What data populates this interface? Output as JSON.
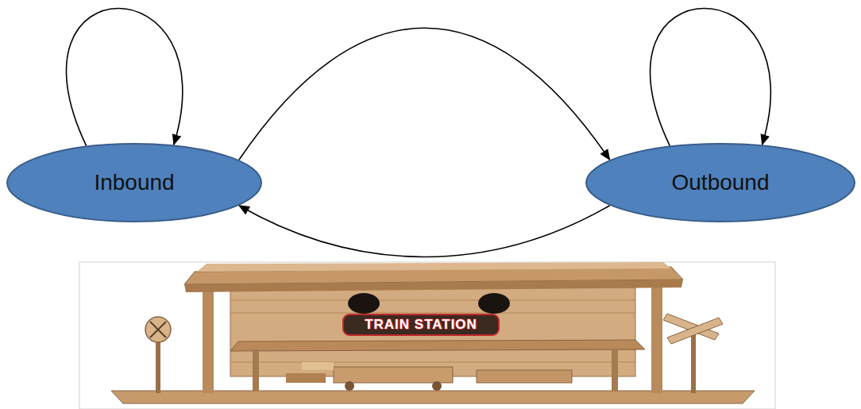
{
  "diagram": {
    "nodes": [
      {
        "text": [
          "Inbound"
        ]
      },
      {
        "text": [
          "Outbound"
        ]
      }
    ],
    "edges": [
      {
        "from": 0,
        "to": 0,
        "arrow": "to"
      },
      {
        "from": 0,
        "to": 1,
        "arrow": "to"
      },
      {
        "from": 1,
        "to": 0,
        "arrow": "to"
      },
      {
        "from": 1,
        "to": 1,
        "arrow": "to"
      }
    ],
    "labels": [
      "TRAIN STATION"
    ]
  }
}
